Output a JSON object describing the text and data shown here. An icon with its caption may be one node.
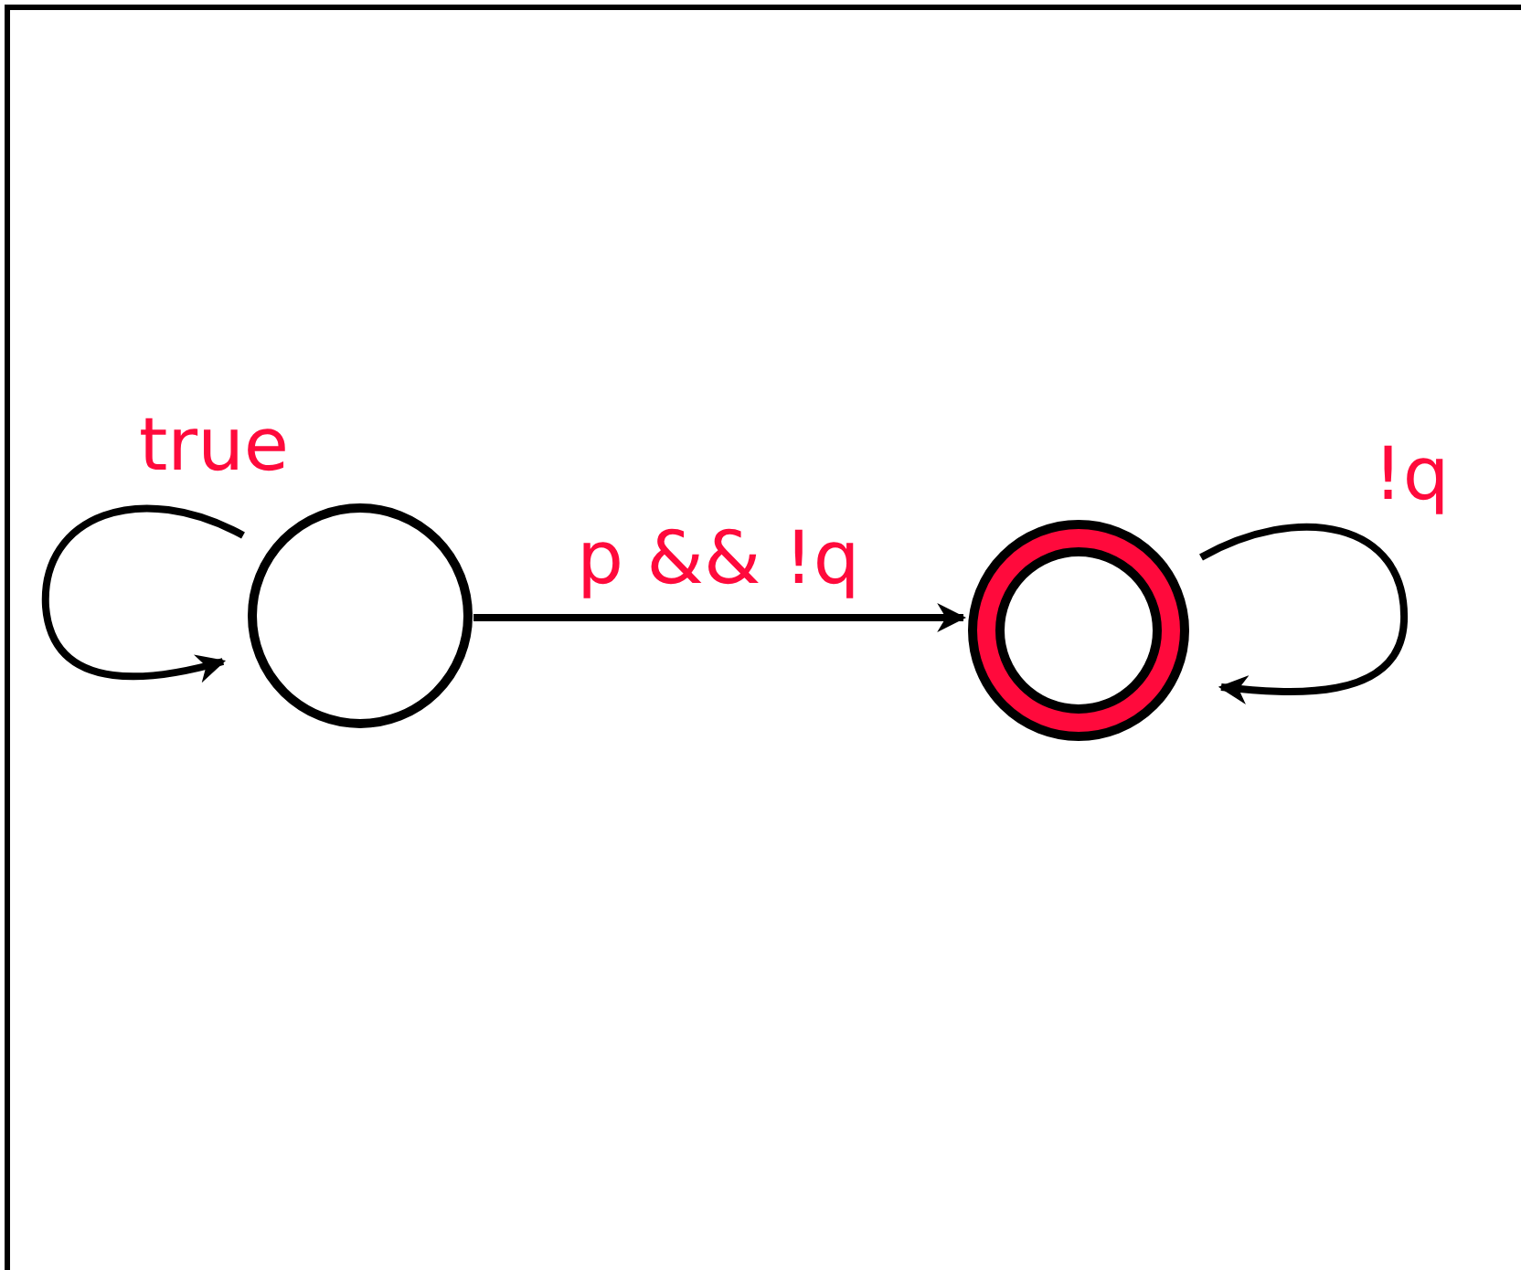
{
  "diagram": {
    "nodes": [
      {
        "text": [],
        "shape": "circle"
      },
      {
        "text": [],
        "shape": "circle"
      }
    ],
    "edges": [
      {
        "from": 0,
        "to": 0,
        "arrow": "to",
        "label": "true"
      },
      {
        "from": 0,
        "to": 1,
        "arrow": "to",
        "label": "p && !q"
      },
      {
        "from": 1,
        "to": 1,
        "arrow": "to",
        "label": "!q"
      }
    ]
  }
}
